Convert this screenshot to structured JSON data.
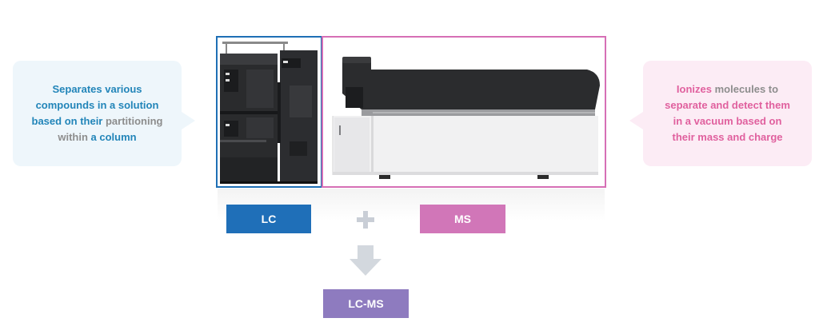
{
  "lc_bubble": {
    "line1": "Separates various",
    "line2": "compounds in a solution",
    "line3_a": "based on their",
    "line3_b": " partitioning",
    "line4_a": "within",
    "line4_b": " a column"
  },
  "ms_bubble": {
    "line1_a": "Ionizes",
    "line1_b": " molecules to",
    "line2": "separate and detect them",
    "line3": "in a vacuum based on",
    "line4": "their mass and charge"
  },
  "labels": {
    "lc": "LC",
    "ms": "MS",
    "lcms": "LC-MS"
  },
  "icons": {
    "plus": "plus-icon",
    "arrow": "arrow-down-icon"
  },
  "colors": {
    "lc_blue": "#1f6fb8",
    "ms_pink": "#d176b8",
    "lcms_purple": "#8e7bbf",
    "bubble_text_blue": "#2285b9",
    "bubble_text_pink": "#e0609e"
  }
}
